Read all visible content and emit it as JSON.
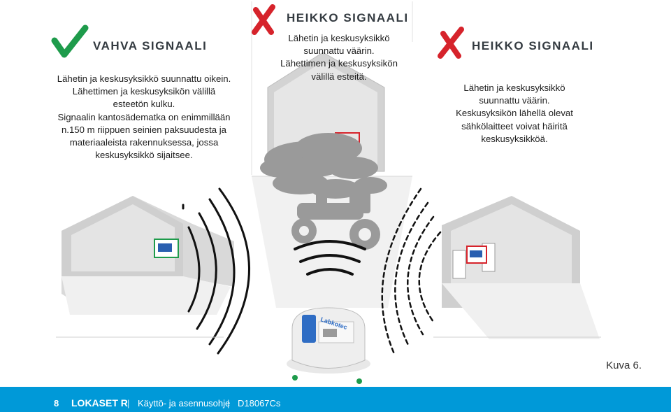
{
  "left": {
    "title": "VAHVA SIGNAALI",
    "lines": [
      "Lähetin ja keskusyksikkö suunnattu oikein.",
      "Lähettimen ja keskusyksikön välillä",
      "esteetön kulku.",
      "Signaalin kantosädematka on enimmillään",
      "n.150 m riippuen seinien paksuudesta ja",
      "materiaaleista rakennuksessa, jossa",
      "keskusyksikkö sijaitsee."
    ],
    "status_icon": "check-icon",
    "status_color": "#1e9b4b"
  },
  "middle": {
    "title": "HEIKKO SIGNAALI",
    "lines": [
      "Lähetin ja keskusyksikkö",
      "suunnattu väärin.",
      "Lähettimen ja keskusyksikön",
      "välillä esteitä."
    ],
    "status_icon": "cross-icon",
    "status_color": "#d6232b"
  },
  "right": {
    "title": "HEIKKO SIGNAALI",
    "lines": [
      "Lähetin ja keskusyksikkö",
      "suunnattu väärin.",
      "Keskusyksikön lähellä olevat",
      "sähkölaitteet voivat häiritä",
      "keskusyksikköä."
    ],
    "status_icon": "cross-icon",
    "status_color": "#d6232b"
  },
  "device_label": "Labkotec",
  "caption": "Kuva 6.",
  "footer": {
    "page": "8",
    "brand": "LOKASET R",
    "sep": "|",
    "doc": "Käyttö- ja asennusohje",
    "code": "D18067Cs",
    "color": "#0099d8"
  }
}
